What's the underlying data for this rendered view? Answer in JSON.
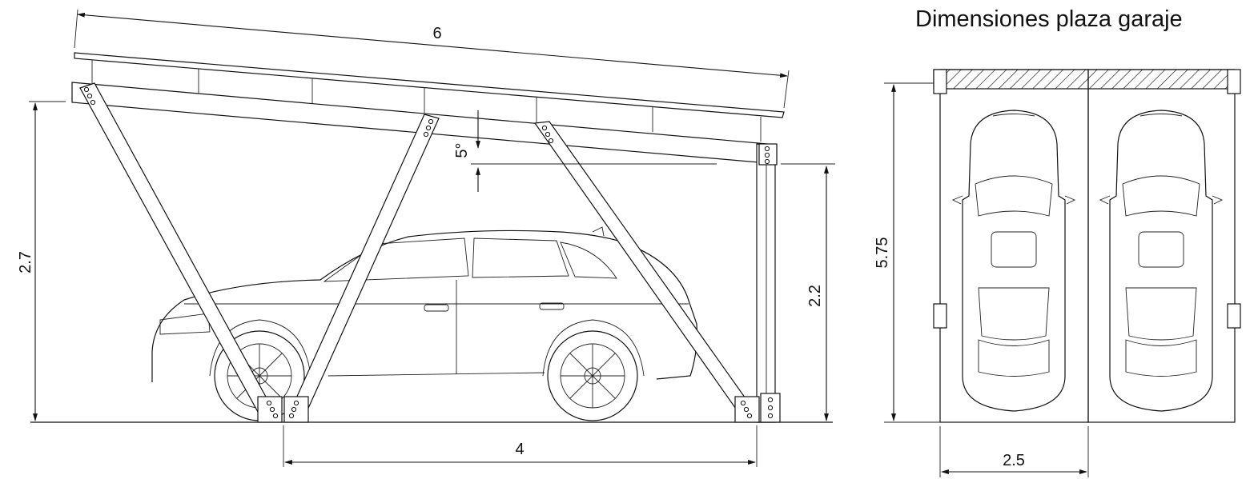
{
  "title": "Dimensiones plaza garaje",
  "dimensions": {
    "roof_length": "6",
    "front_height": "2.7",
    "angle": "5°",
    "rear_height": "2.2",
    "post_spacing": "4",
    "bay_depth": "5.75",
    "bay_width": "2.5"
  }
}
